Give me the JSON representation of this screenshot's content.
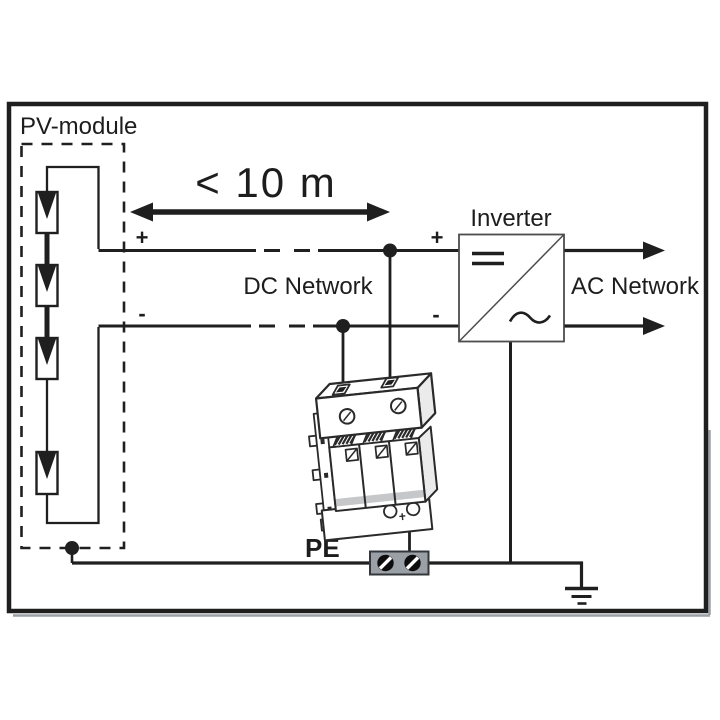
{
  "labels": {
    "pv_module": "PV-module",
    "distance": "< 10 m",
    "dc_plus_left": "+",
    "dc_minus_left": "-",
    "dc_network": "DC Network",
    "inverter": "Inverter",
    "dc_plus_right": "+",
    "dc_minus_right": "-",
    "ac_network": "AC Network",
    "pe": "PE"
  },
  "icons": {
    "pv_cell": "pv-cell-icon (down triangle in rectangle)",
    "junction": "junction-dot",
    "distance_arrow": "double-headed-arrow-icon",
    "dc_symbol": "dc-double-bar-icon",
    "ac_symbol": "ac-sine-wave-icon",
    "ac_output": "right-arrow-icon",
    "ground": "earth-ground-icon",
    "screw": "slotted-screw-icon",
    "spd": "surge-protection-device-illustration",
    "pe_terminal": "pe-terminal-block"
  },
  "colors": {
    "line": "#1f1f1f",
    "inverter_box_stroke": "#4d4d4d",
    "terminal_block_fill": "#9aa0a6",
    "spd_gray_band": "#c5c7c9",
    "spd_side_shade": "#ebebeb",
    "background": "#ffffff"
  }
}
